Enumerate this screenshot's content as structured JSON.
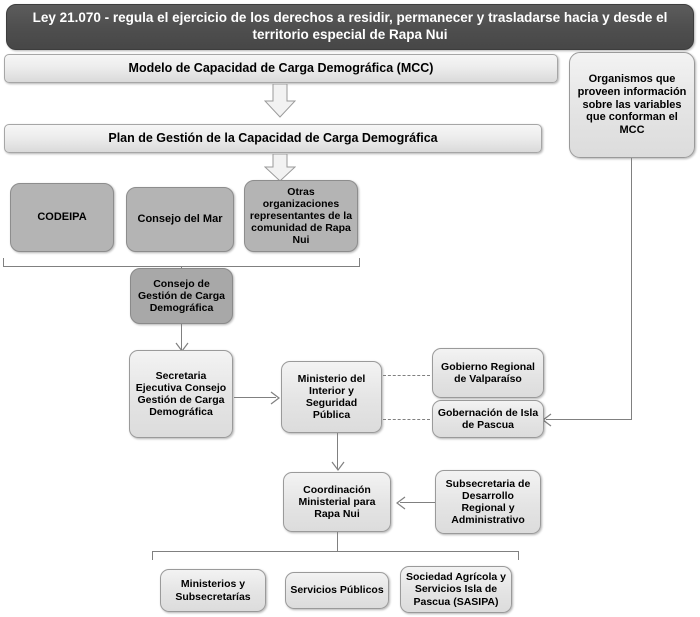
{
  "diagram": {
    "title_banner": {
      "text": "Ley 21.070 - regula el ejercicio de los derechos a residir, permanecer y trasladarse hacia y desde el territorio especial de Rapa Nui"
    },
    "bars": [
      {
        "id": "mcc",
        "label": "Modelo de Capacidad de Carga Demográfica (MCC)"
      },
      {
        "id": "plan",
        "label": "Plan de Gestión de la Capacidad de Carga Demográfica"
      }
    ],
    "side_box": {
      "label": "Organismos que proveen información sobre las variables que conforman el MCC"
    },
    "council_row": [
      {
        "id": "codeipa",
        "label": "CODEIPA"
      },
      {
        "id": "consejo-del-mar",
        "label": "Consejo del Mar"
      },
      {
        "id": "otras-organizaciones",
        "label": "Otras organizaciones representantes de la comunidad de Rapa Nui"
      }
    ],
    "consejo_gestion": {
      "label": "Consejo de Gestión de Carga Demográfica"
    },
    "secretaria": {
      "label": "Secretaria Ejecutiva Consejo Gestión de Carga Demográfica"
    },
    "ministerio": {
      "label": "Ministerio del Interior y Seguridad Pública"
    },
    "gobierno_regional": {
      "label": "Gobierno Regional de Valparaíso"
    },
    "gobernacion": {
      "label": "Gobernación de Isla de Pascua"
    },
    "coordinacion": {
      "label": "Coordinación Ministerial para Rapa Nui"
    },
    "subsecretaria": {
      "label": "Subsecretaria de Desarrollo Regional y Administrativo"
    },
    "bottom_row": [
      {
        "id": "ministerios",
        "label": "Ministerios y Subsecretarías"
      },
      {
        "id": "servicios-publicos",
        "label": "Servicios Públicos"
      },
      {
        "id": "sasipa",
        "label": "Sociedad Agrícola y Servicios Isla de Pascua (SASIPA)"
      }
    ],
    "colors": {
      "banner_dark": "#4f4f4f",
      "node_grey": "#b4b4b4",
      "node_light": "#e9e9e9",
      "connector": "#808080",
      "text_dark": "#000000",
      "text_light": "#ffffff"
    }
  }
}
